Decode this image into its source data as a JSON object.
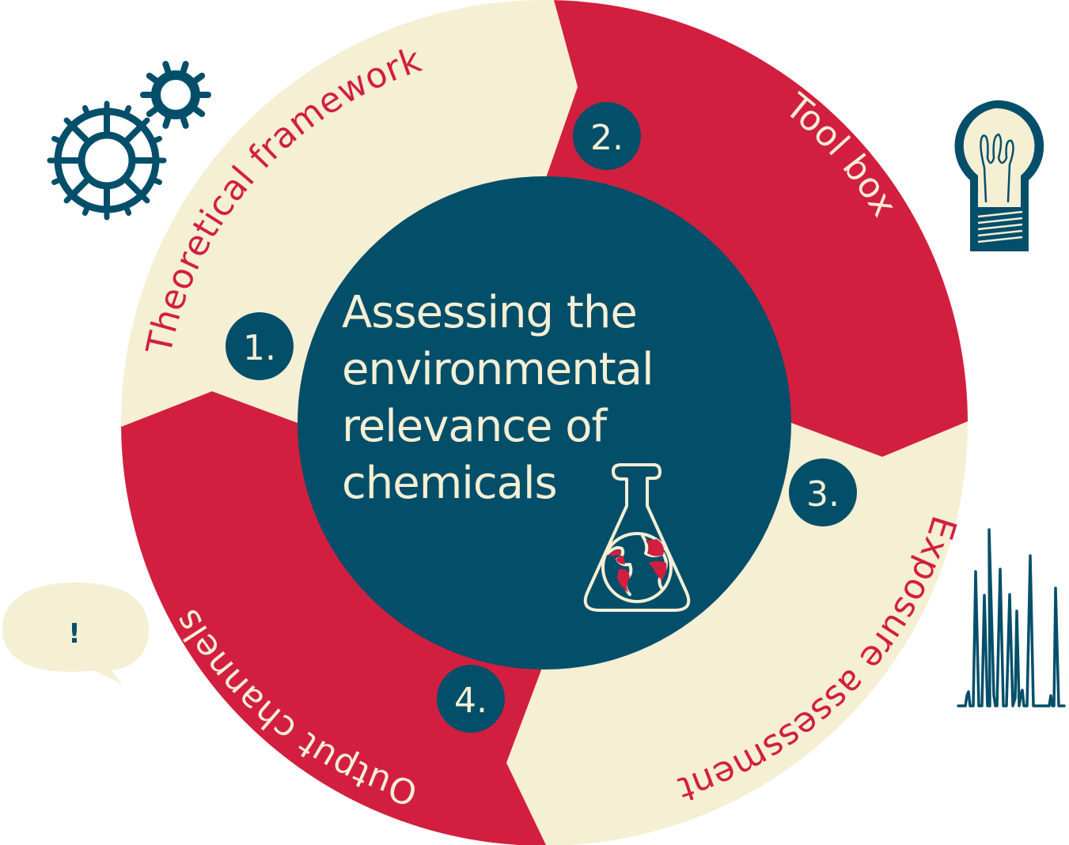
{
  "colors": {
    "navy": "#034f6a",
    "red": "#d21f3f",
    "cream": "#f5efd4",
    "background": "#ffffff"
  },
  "center": {
    "title_lines": [
      "Assessing the",
      "environmental",
      "relevance of",
      "chemicals"
    ],
    "icon": "flask-globe-icon"
  },
  "segments": [
    {
      "number": "1.",
      "label": "Theoretical framework",
      "fill": "cream",
      "text_color": "red"
    },
    {
      "number": "2.",
      "label": "Tool box",
      "fill": "red",
      "text_color": "cream"
    },
    {
      "number": "3.",
      "label": "Exposure assessment",
      "fill": "cream",
      "text_color": "red"
    },
    {
      "number": "4.",
      "label": "Output channels",
      "fill": "red",
      "text_color": "cream"
    }
  ],
  "decorations": {
    "gears": "gears-icon",
    "lightbulb": "lightbulb-icon",
    "chromatogram": "chromatogram-icon",
    "speech_bubble": {
      "icon": "speech-bubble-icon",
      "text": "!"
    }
  }
}
